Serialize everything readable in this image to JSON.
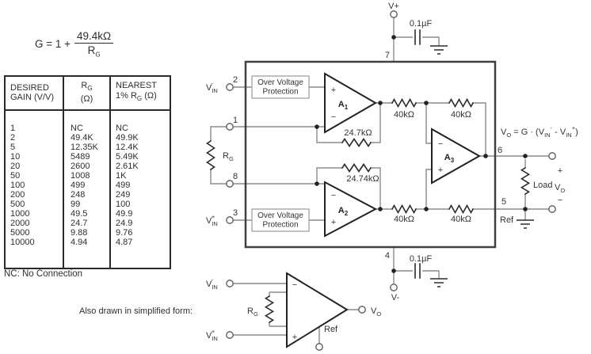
{
  "equation": {
    "lhs": "G = 1 +",
    "numerator": "49.4kΩ",
    "den_base": "R",
    "den_sub": "G"
  },
  "table": {
    "col1_h1": "DESIRED",
    "col1_h2": "GAIN (V/V)",
    "col2_h1_base": "R",
    "col2_h1_sub": "G",
    "col2_h2": "(Ω)",
    "col3_h1": "NEAREST",
    "col3_h2_pre": "1% R",
    "col3_h2_sub": "G",
    "col3_h2_post": " (Ω)",
    "rows": [
      [
        "1",
        "NC",
        "NC"
      ],
      [
        "2",
        "49.4K",
        "49.9K"
      ],
      [
        "5",
        "12.35K",
        "12.4K"
      ],
      [
        "10",
        "5489",
        "5.49K"
      ],
      [
        "20",
        "2600",
        "2.61K"
      ],
      [
        "50",
        "1008",
        "1K"
      ],
      [
        "100",
        "499",
        "499"
      ],
      [
        "200",
        "248",
        "249"
      ],
      [
        "500",
        "99",
        "100"
      ],
      [
        "1000",
        "49.5",
        "49.9"
      ],
      [
        "2000",
        "24.7",
        "24.9"
      ],
      [
        "5000",
        "9.88",
        "9.76"
      ],
      [
        "10000",
        "4.94",
        "4.87"
      ]
    ],
    "footnote": "NC: No Connection"
  },
  "circuit": {
    "v_plus": "V+",
    "v_minus": "V-",
    "cap": "0.1µF",
    "pins": {
      "p1": "1",
      "p2": "2",
      "p3": "3",
      "p4": "4",
      "p5": "5",
      "p6": "6",
      "p7": "7",
      "p8": "8"
    },
    "ovp_line1": "Over Voltage",
    "ovp_line2": "Protection",
    "amp_base": "A",
    "amp1_sub": "1",
    "amp2_sub": "2",
    "amp3_sub": "3",
    "r_fb_top": "24.7kΩ",
    "r_fb_bot": "24.74kΩ",
    "r_40k": "40kΩ",
    "rg_base": "R",
    "rg_sub": "G",
    "v_base": "V",
    "in_sub": "IN",
    "o_sub": "O",
    "plus": "+",
    "minus": "−",
    "minus_sup": "-",
    "plus_sup": "+",
    "ref": "Ref",
    "load": "Load",
    "formula": {
      "p3": " = G · (",
      "p7": " - ",
      "p11": ")"
    }
  },
  "simplified": {
    "caption": "Also drawn in simplified form:"
  }
}
